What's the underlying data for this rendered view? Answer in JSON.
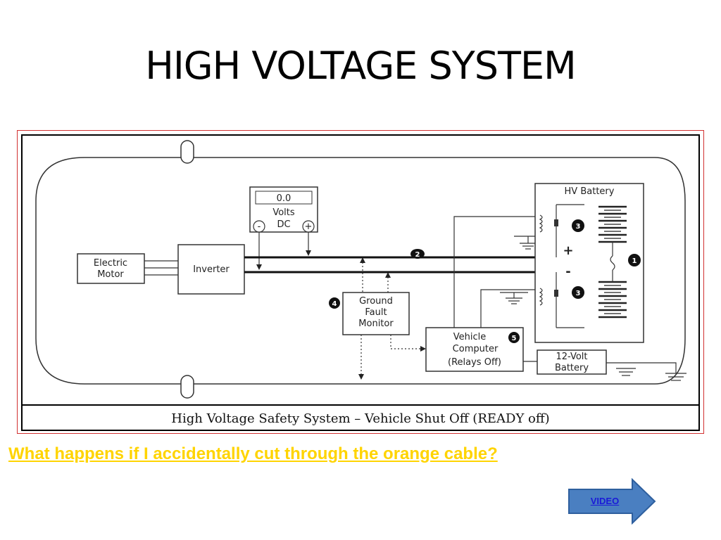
{
  "slide": {
    "title": "HIGH VOLTAGE SYSTEM",
    "question_link": "What happens if I accidentally cut through the orange cable?",
    "video_button": "VIDEO"
  },
  "diagram": {
    "caption": "High Voltage Safety System – Vehicle Shut Off (READY off)",
    "voltmeter": {
      "reading": "0.0",
      "line1": "Volts",
      "line2": "DC",
      "minus": "-",
      "plus": "+"
    },
    "electric_motor": [
      "Electric",
      "Motor"
    ],
    "inverter": "Inverter",
    "ground_fault_monitor": [
      "Ground",
      "Fault",
      "Monitor"
    ],
    "vehicle_computer": [
      "Vehicle",
      "Computer",
      "(Relays Off)"
    ],
    "hv_battery": "HV Battery",
    "battery_12v": [
      "12-Volt",
      "Battery"
    ],
    "battery_plus": "+",
    "battery_minus": "-",
    "badges": {
      "one": "1",
      "two": "2",
      "three_top": "3",
      "three_bottom": "3",
      "four": "4",
      "five": "5"
    }
  },
  "colors": {
    "title": "#000000",
    "link": "#ffd400",
    "frame_border": "#d23232",
    "arrow_fill": "#4a7fc1",
    "arrow_stroke": "#2e5f9e",
    "video_text": "#1a1ad8"
  }
}
